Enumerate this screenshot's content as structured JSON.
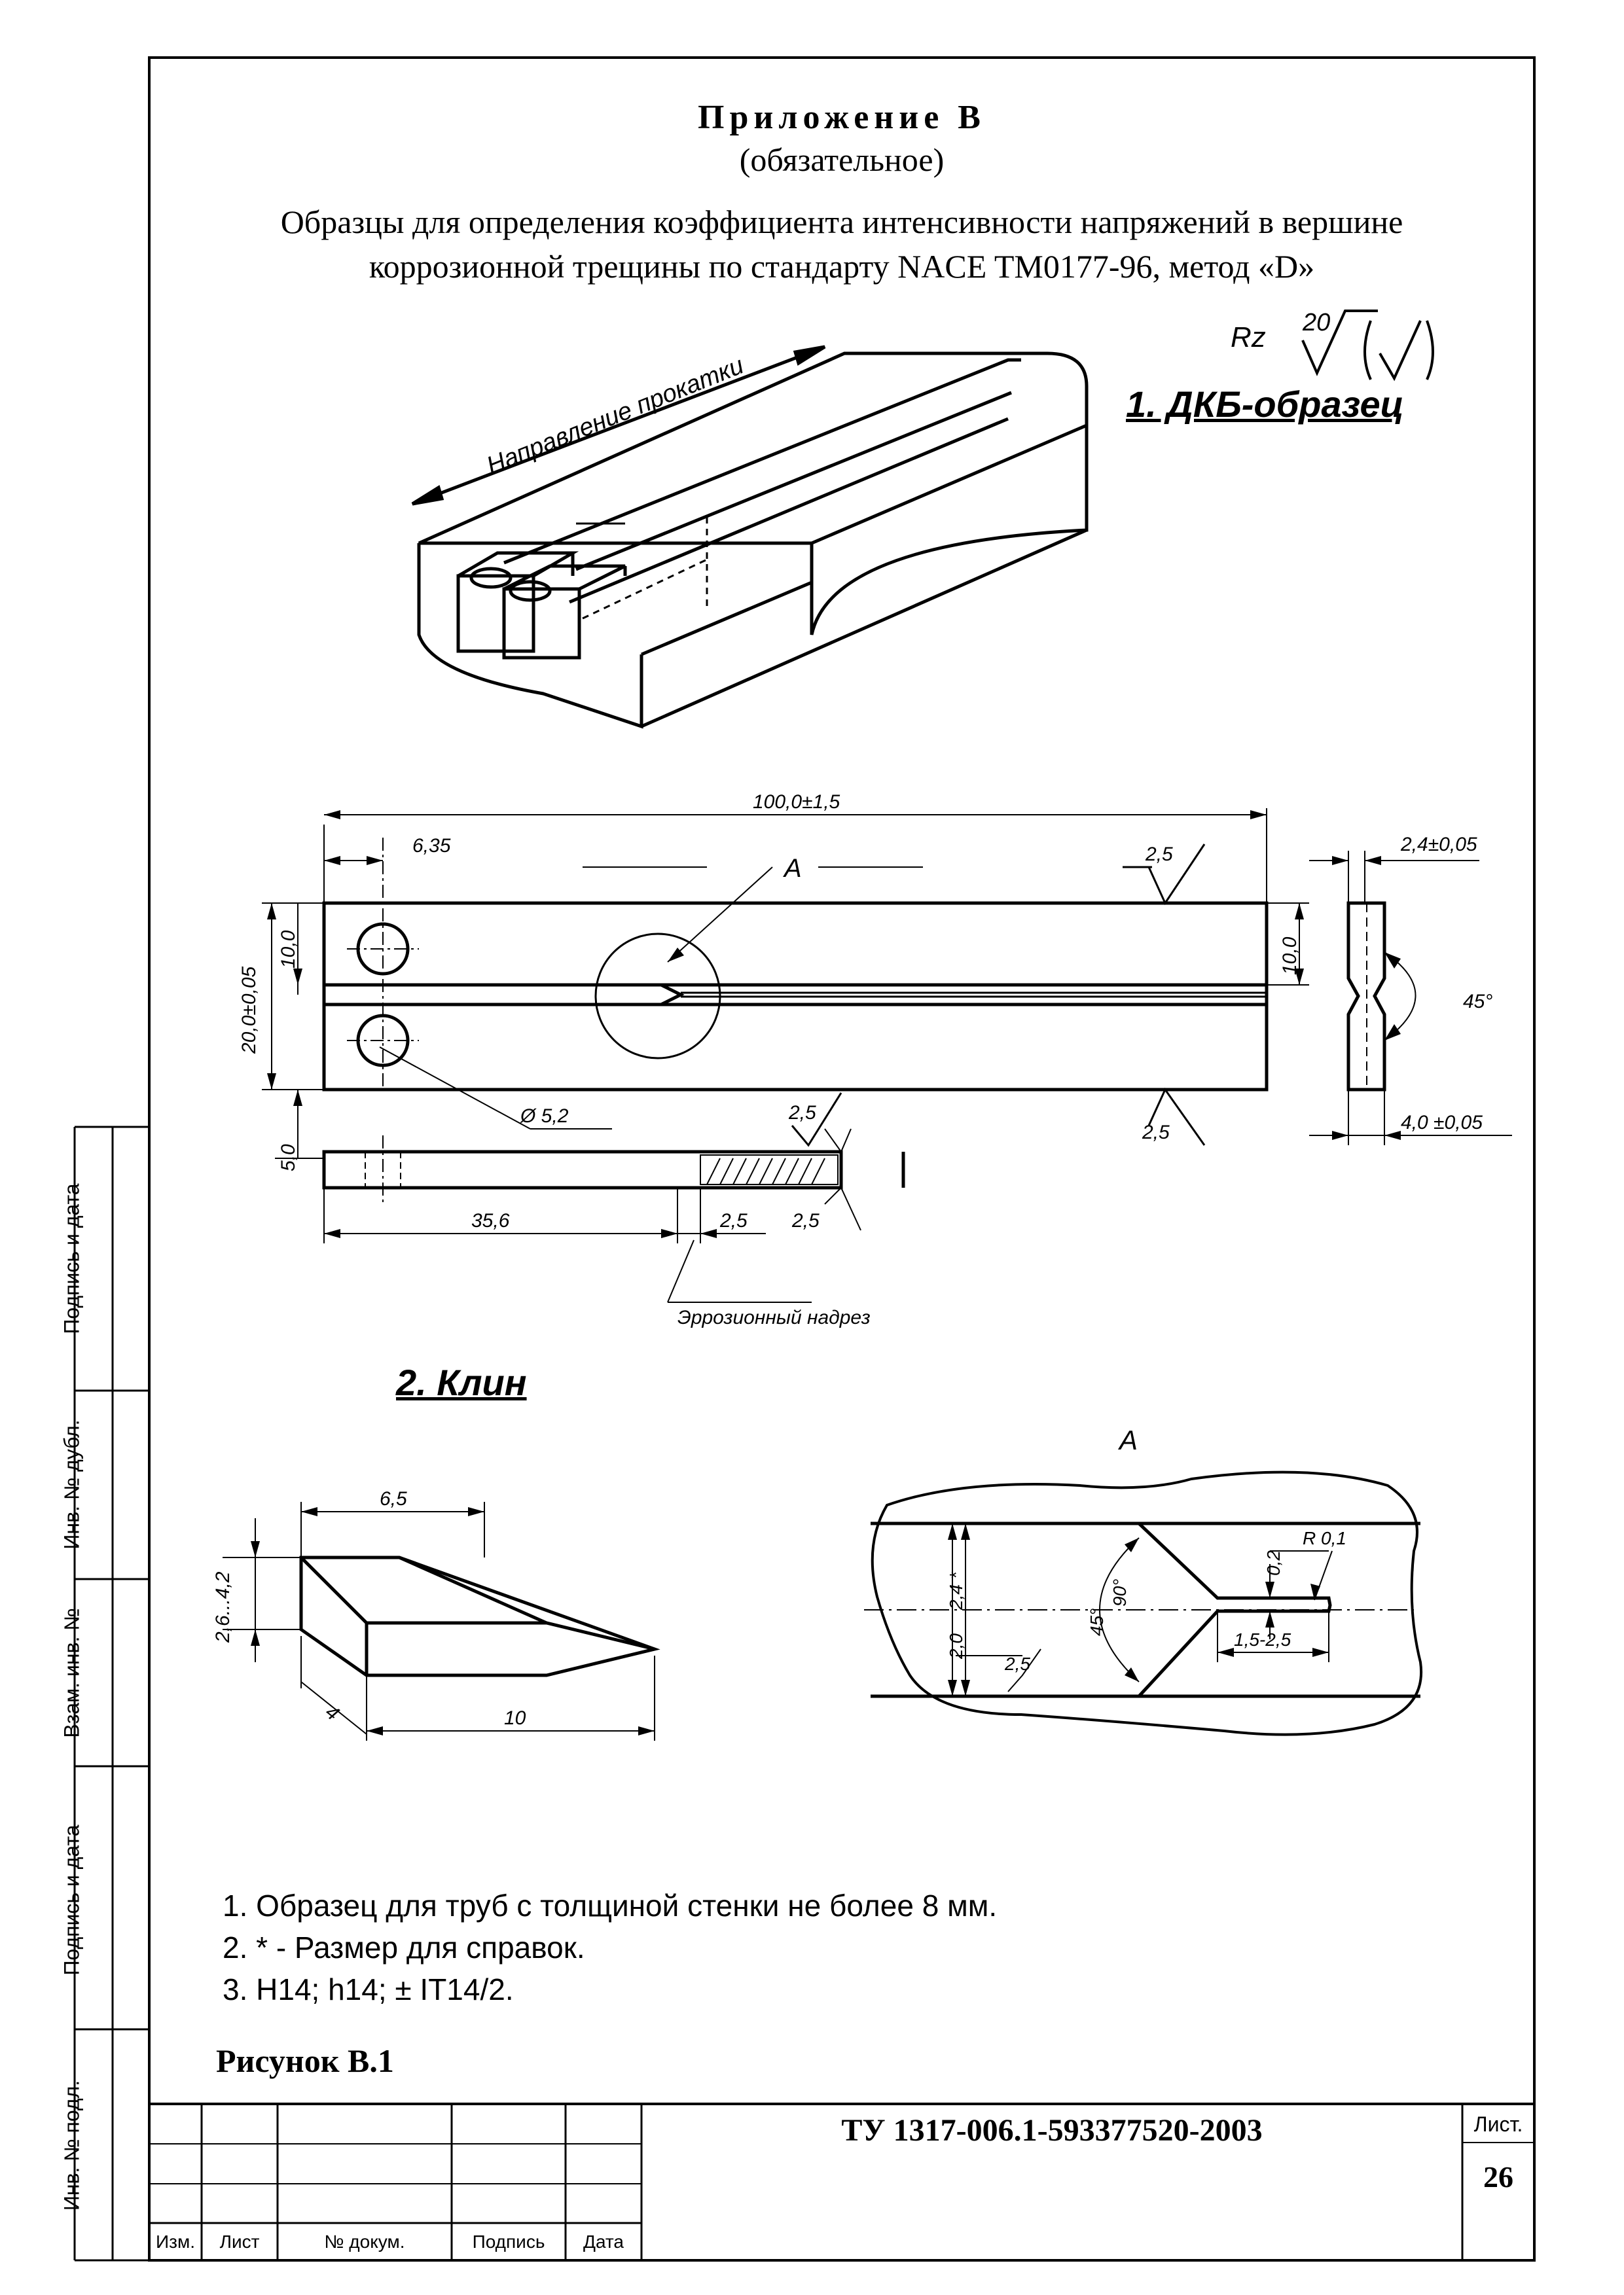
{
  "header": {
    "appendix_title": "Приложение В",
    "appendix_type": "(обязательное)",
    "subtitle_line1": "Образцы для определения коэффициента интенсивности напряжений в вершине",
    "subtitle_line2": "коррозионной трещины по стандарту NACE TM0177-96, метод «D»"
  },
  "roughness": {
    "label": "Rz",
    "value": "20"
  },
  "section1": {
    "title": "1. ДКБ-образец",
    "rolling_direction": "Направление прокатки",
    "dims": {
      "length": "100,0±1,5",
      "hole_offset": "6,35",
      "rough_top": "2,5",
      "view_label": "A",
      "height": "20,0±0,05",
      "half_height": "10,0",
      "half_height_right": "10,0",
      "hole_dia": "Ø 5,2",
      "rough_mid": "2,5",
      "rough_bottom": "2,5",
      "edge_offset": "5,0",
      "thickness_top": "2,4±0,05",
      "angle": "45°",
      "thickness": "4,0 ±0,05",
      "slot_len": "35,6",
      "notch_len": "2,5",
      "rough_notch": "2,5",
      "erosion_notch": "Эррозионный надрез"
    }
  },
  "section2": {
    "title": "2. Клин",
    "dims": {
      "width": "6,5",
      "height_range": "2,6...4,2",
      "depth": "4",
      "length": "10"
    }
  },
  "detail_a": {
    "label": "A",
    "radius": "R 0,1",
    "gap": "0,2",
    "slot_width": "2,0",
    "slot_ref": "2,4 *",
    "angle_half": "45°",
    "angle_full": "90°",
    "rough": "2,5",
    "tip_len": "1,5-2,5"
  },
  "notes": [
    "1. Образец для труб с толщиной стенки не более 8 мм.",
    "2. * - Размер для справок.",
    "3. H14; h14; ± IT14/2."
  ],
  "figure_caption": "Рисунок В.1",
  "side_stamp": [
    "Подпись и дата",
    "Инв. № дубл.",
    "Взам. инв. №",
    "Подпись и дата",
    "Инв. № подл."
  ],
  "title_block": {
    "doc_number": "ТУ 1317-006.1-593377520-2003",
    "sheet_label": "Лист.",
    "sheet_number": "26",
    "cols": [
      "Изм.",
      "Лист",
      "№ докум.",
      "Подпись",
      "Дата"
    ]
  }
}
